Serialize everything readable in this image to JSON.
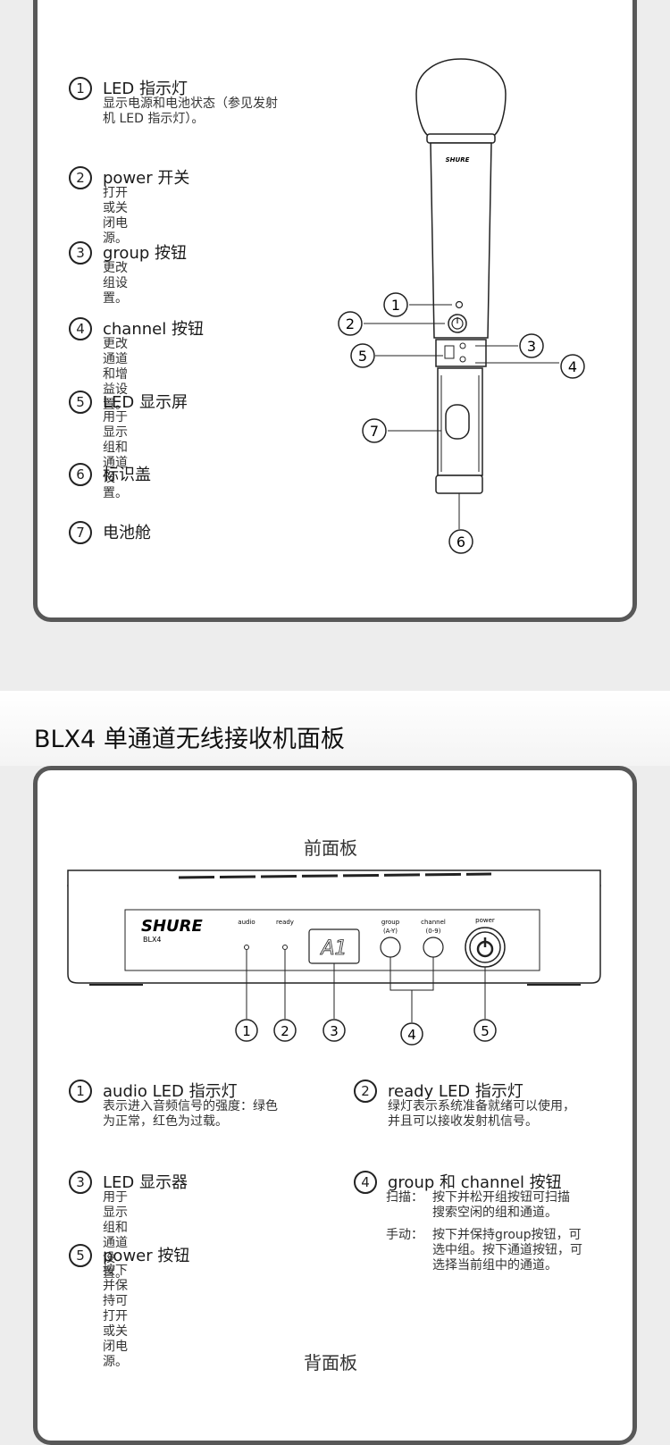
{
  "mic_section": {
    "items": [
      {
        "num": "1",
        "title": "LED 指示灯",
        "desc": "显示电源和电池状态（参见发射\n机 LED 指示灯）。"
      },
      {
        "num": "2",
        "title": "power 开关",
        "desc": "打开或关闭电源。"
      },
      {
        "num": "3",
        "title": "group 按钮",
        "desc": "更改组设置。"
      },
      {
        "num": "4",
        "title": "channel 按钮",
        "desc": "更改通道和增益设置。"
      },
      {
        "num": "5",
        "title": "LED 显示屏",
        "desc": "用于显示组和通道设置。"
      },
      {
        "num": "6",
        "title": "标识盖",
        "desc": ""
      },
      {
        "num": "7",
        "title": "电池舱",
        "desc": ""
      }
    ],
    "mic_brand": "SHURE",
    "callouts": [
      "1",
      "2",
      "3",
      "4",
      "5",
      "6",
      "7"
    ]
  },
  "receiver_section": {
    "title": "BLX4 单通道无线接收机面板",
    "front_label": "前面板",
    "back_label": "背面板",
    "device": {
      "brand": "SHURE",
      "model": "BLX4",
      "audio_label": "audio",
      "ready_label": "ready",
      "display_text": "A1",
      "group_label": "group",
      "group_range": "(A-Y)",
      "channel_label": "channel",
      "channel_range": "(0-9)",
      "power_label": "power"
    },
    "callouts": [
      "1",
      "2",
      "3",
      "4",
      "5"
    ],
    "items": [
      {
        "num": "1",
        "title": "audio LED 指示灯",
        "desc": "表示进入音频信号的强度：绿色\n为正常，红色为过载。"
      },
      {
        "num": "2",
        "title": "ready LED 指示灯",
        "desc": "绿灯表示系统准备就绪可以使用，\n并且可以接收发射机信号。"
      },
      {
        "num": "3",
        "title": "LED 显示器",
        "desc": "用于显示组和通道设置。"
      },
      {
        "num": "4",
        "title": "group 和 channel 按钮",
        "scan_label": "扫描：",
        "scan_desc": "按下并松开组按钮可扫描\n搜索空闲的组和通道。",
        "manual_label": "手动：",
        "manual_desc": "按下并保持group按钮，可\n选中组。按下通道按钮，可\n选择当前组中的通道。"
      },
      {
        "num": "5",
        "title": "power 按钮",
        "desc": "按下并保持可打开或关闭电源。"
      }
    ]
  }
}
